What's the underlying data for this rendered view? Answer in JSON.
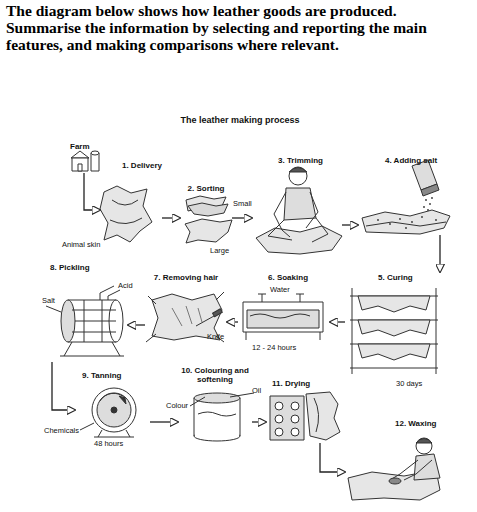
{
  "diagram": {
    "title": "The leather making process",
    "nodes": [
      {
        "text": [
          "Farm"
        ]
      },
      {
        "text": [
          "1. Delivery"
        ]
      },
      {
        "text": [
          "2. Sorting"
        ]
      },
      {
        "text": [
          "3. Trimming"
        ]
      },
      {
        "text": [
          "4. Adding salt"
        ]
      },
      {
        "text": [
          "5. Curing"
        ]
      },
      {
        "text": [
          "6. Soaking"
        ]
      },
      {
        "text": [
          "7. Removing hair"
        ]
      },
      {
        "text": [
          "8. Pickling"
        ]
      },
      {
        "text": [
          "9. Tanning"
        ]
      },
      {
        "text": [
          "10. Colouring and softening"
        ]
      },
      {
        "text": [
          "11. Drying"
        ]
      },
      {
        "text": [
          "12. Waxing"
        ]
      }
    ],
    "edges": [
      {
        "from": 0,
        "to": 1,
        "arrow": "to"
      },
      {
        "from": 1,
        "to": 2,
        "arrow": "to"
      },
      {
        "from": 2,
        "to": 3,
        "arrow": "to"
      },
      {
        "from": 3,
        "to": 4,
        "arrow": "to"
      },
      {
        "from": 4,
        "to": 5,
        "arrow": "to"
      },
      {
        "from": 5,
        "to": 6,
        "arrow": "to"
      },
      {
        "from": 6,
        "to": 7,
        "arrow": "to"
      },
      {
        "from": 7,
        "to": 8,
        "arrow": "to"
      },
      {
        "from": 8,
        "to": 9,
        "arrow": "to"
      },
      {
        "from": 9,
        "to": 10,
        "arrow": "to"
      },
      {
        "from": 10,
        "to": 11,
        "arrow": "to"
      },
      {
        "from": 11,
        "to": 12,
        "arrow": "to"
      }
    ],
    "labels": [
      "The diagram below shows how leather goods are produced. Summarise the information by selecting and reporting the main features, and making comparisons where relevant.",
      "Animal skin",
      "Small",
      "Large",
      "Water",
      "12 - 24 hours",
      "30 days",
      "Knife",
      "Acid",
      "Salt",
      "Chemicals",
      "48 hours",
      "Colour",
      "Oil"
    ]
  }
}
